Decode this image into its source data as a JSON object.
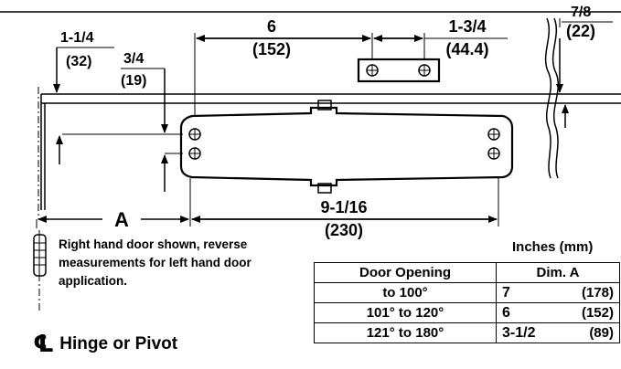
{
  "dimensions": {
    "d_1_1_4": "1-1/4",
    "d_32": "(32)",
    "d_3_4": "3/4",
    "d_19": "(19)",
    "d_6": "6",
    "d_152": "(152)",
    "d_1_3_4": "1-3/4",
    "d_44_4": "(44.4)",
    "d_7_8": "7/8",
    "d_22": "(22)",
    "d_9_1_16": "9-1/16",
    "d_230": "(230)",
    "d_A": "A"
  },
  "note": "Right hand door shown, reverse measurements for left hand door application.",
  "centerline_label": "Hinge or Pivot",
  "table": {
    "units": "Inches (mm)",
    "headers": [
      "Door Opening",
      "Dim. A"
    ],
    "rows": [
      {
        "opening": "to 100°",
        "in": "7",
        "mm": "(178)"
      },
      {
        "opening": "101° to 120°",
        "in": "6",
        "mm": "(152)"
      },
      {
        "opening": "121° to 180°",
        "in": "3-1/2",
        "mm": "(89)"
      }
    ]
  }
}
